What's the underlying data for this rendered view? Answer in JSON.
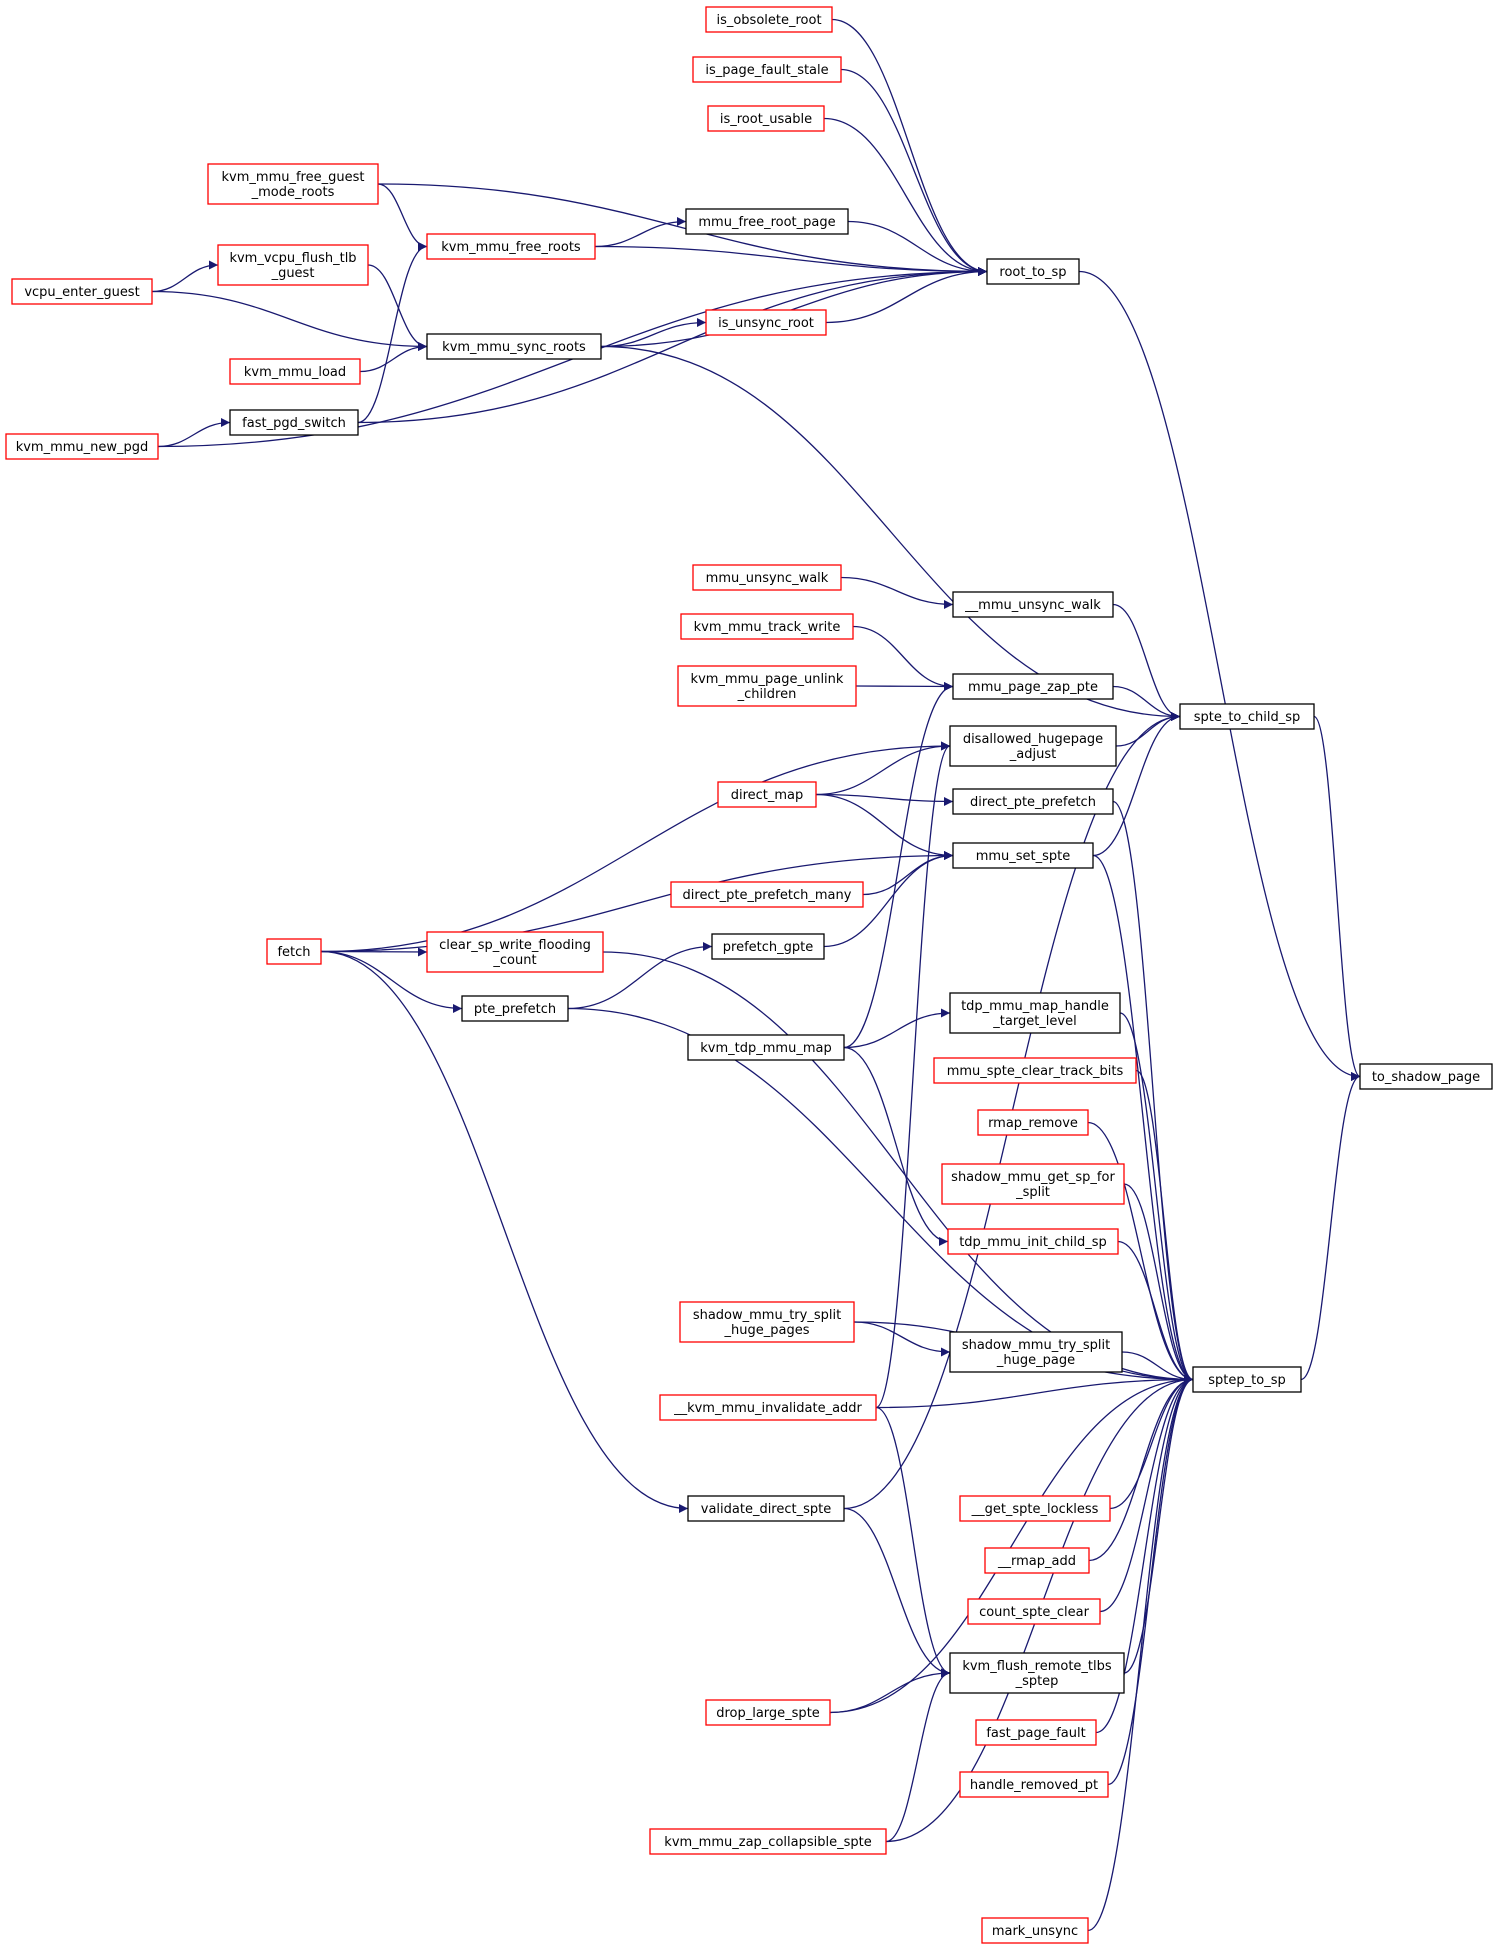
{
  "colors": {
    "edge": "#191970",
    "border_caller_linked": "#ff0000",
    "border_normal": "#000000",
    "highlight_fill": "#bfbfbf",
    "background": "#ffffff"
  },
  "nodes": {
    "is_obsolete_root": {
      "lines": [
        "is_obsolete_root"
      ],
      "style": "red"
    },
    "is_page_fault_stale": {
      "lines": [
        "is_page_fault_stale"
      ],
      "style": "red"
    },
    "is_root_usable": {
      "lines": [
        "is_root_usable"
      ],
      "style": "red"
    },
    "kvm_mmu_free_guest_mode_roots": {
      "lines": [
        "kvm_mmu_free_guest",
        "_mode_roots"
      ],
      "style": "red"
    },
    "mmu_free_root_page": {
      "lines": [
        "mmu_free_root_page"
      ],
      "style": "black"
    },
    "kvm_mmu_free_roots": {
      "lines": [
        "kvm_mmu_free_roots"
      ],
      "style": "red"
    },
    "kvm_vcpu_flush_tlb_guest": {
      "lines": [
        "kvm_vcpu_flush_tlb",
        "_guest"
      ],
      "style": "red"
    },
    "root_to_sp": {
      "lines": [
        "root_to_sp"
      ],
      "style": "black"
    },
    "vcpu_enter_guest": {
      "lines": [
        "vcpu_enter_guest"
      ],
      "style": "red"
    },
    "is_unsync_root": {
      "lines": [
        "is_unsync_root"
      ],
      "style": "red"
    },
    "kvm_mmu_sync_roots": {
      "lines": [
        "kvm_mmu_sync_roots"
      ],
      "style": "black"
    },
    "kvm_mmu_load": {
      "lines": [
        "kvm_mmu_load"
      ],
      "style": "red"
    },
    "fast_pgd_switch": {
      "lines": [
        "fast_pgd_switch"
      ],
      "style": "black"
    },
    "kvm_mmu_new_pgd": {
      "lines": [
        "kvm_mmu_new_pgd"
      ],
      "style": "red"
    },
    "mmu_unsync_walk": {
      "lines": [
        "mmu_unsync_walk"
      ],
      "style": "red"
    },
    "__mmu_unsync_walk": {
      "lines": [
        "__mmu_unsync_walk"
      ],
      "style": "black"
    },
    "kvm_mmu_track_write": {
      "lines": [
        "kvm_mmu_track_write"
      ],
      "style": "red"
    },
    "kvm_mmu_page_unlink_children": {
      "lines": [
        "kvm_mmu_page_unlink",
        "_children"
      ],
      "style": "red"
    },
    "mmu_page_zap_pte": {
      "lines": [
        "mmu_page_zap_pte"
      ],
      "style": "black"
    },
    "spte_to_child_sp": {
      "lines": [
        "spte_to_child_sp"
      ],
      "style": "black"
    },
    "disallowed_hugepage_adjust": {
      "lines": [
        "disallowed_hugepage",
        "_adjust"
      ],
      "style": "black"
    },
    "direct_map": {
      "lines": [
        "direct_map"
      ],
      "style": "red"
    },
    "direct_pte_prefetch": {
      "lines": [
        "direct_pte_prefetch"
      ],
      "style": "black"
    },
    "mmu_set_spte": {
      "lines": [
        "mmu_set_spte"
      ],
      "style": "black"
    },
    "direct_pte_prefetch_many": {
      "lines": [
        "direct_pte_prefetch_many"
      ],
      "style": "red"
    },
    "fetch": {
      "lines": [
        "fetch"
      ],
      "style": "red"
    },
    "clear_sp_write_flooding_count": {
      "lines": [
        "clear_sp_write_flooding",
        "_count"
      ],
      "style": "red"
    },
    "prefetch_gpte": {
      "lines": [
        "prefetch_gpte"
      ],
      "style": "black"
    },
    "pte_prefetch": {
      "lines": [
        "pte_prefetch"
      ],
      "style": "black"
    },
    "tdp_mmu_map_handle_target_level": {
      "lines": [
        "tdp_mmu_map_handle",
        "_target_level"
      ],
      "style": "black"
    },
    "kvm_tdp_mmu_map": {
      "lines": [
        "kvm_tdp_mmu_map"
      ],
      "style": "black"
    },
    "to_shadow_page": {
      "lines": [
        "to_shadow_page"
      ],
      "style": "highlight"
    },
    "mmu_spte_clear_track_bits": {
      "lines": [
        "mmu_spte_clear_track_bits"
      ],
      "style": "red"
    },
    "rmap_remove": {
      "lines": [
        "rmap_remove"
      ],
      "style": "red"
    },
    "shadow_mmu_get_sp_for_split": {
      "lines": [
        "shadow_mmu_get_sp_for",
        "_split"
      ],
      "style": "red"
    },
    "tdp_mmu_init_child_sp": {
      "lines": [
        "tdp_mmu_init_child_sp"
      ],
      "style": "red"
    },
    "shadow_mmu_try_split_huge_pages": {
      "lines": [
        "shadow_mmu_try_split",
        "_huge_pages"
      ],
      "style": "red"
    },
    "shadow_mmu_try_split_huge_page": {
      "lines": [
        "shadow_mmu_try_split",
        "_huge_page"
      ],
      "style": "black"
    },
    "sptep_to_sp": {
      "lines": [
        "sptep_to_sp"
      ],
      "style": "black"
    },
    "__kvm_mmu_invalidate_addr": {
      "lines": [
        "__kvm_mmu_invalidate_addr"
      ],
      "style": "red"
    },
    "validate_direct_spte": {
      "lines": [
        "validate_direct_spte"
      ],
      "style": "black"
    },
    "__get_spte_lockless": {
      "lines": [
        "__get_spte_lockless"
      ],
      "style": "red"
    },
    "__rmap_add": {
      "lines": [
        "__rmap_add"
      ],
      "style": "red"
    },
    "count_spte_clear": {
      "lines": [
        "count_spte_clear"
      ],
      "style": "red"
    },
    "kvm_flush_remote_tlbs_sptep": {
      "lines": [
        "kvm_flush_remote_tlbs",
        "_sptep"
      ],
      "style": "black"
    },
    "drop_large_spte": {
      "lines": [
        "drop_large_spte"
      ],
      "style": "red"
    },
    "fast_page_fault": {
      "lines": [
        "fast_page_fault"
      ],
      "style": "red"
    },
    "handle_removed_pt": {
      "lines": [
        "handle_removed_pt"
      ],
      "style": "red"
    },
    "kvm_mmu_zap_collapsible_spte": {
      "lines": [
        "kvm_mmu_zap_collapsible_spte"
      ],
      "style": "red"
    },
    "mark_unsync": {
      "lines": [
        "mark_unsync"
      ],
      "style": "red"
    }
  },
  "edges": [
    [
      "is_obsolete_root",
      "root_to_sp"
    ],
    [
      "is_page_fault_stale",
      "root_to_sp"
    ],
    [
      "is_root_usable",
      "root_to_sp"
    ],
    [
      "kvm_mmu_free_guest_mode_roots",
      "root_to_sp"
    ],
    [
      "kvm_mmu_free_guest_mode_roots",
      "kvm_mmu_free_roots"
    ],
    [
      "kvm_mmu_free_roots",
      "mmu_free_root_page"
    ],
    [
      "mmu_free_root_page",
      "root_to_sp"
    ],
    [
      "kvm_mmu_free_roots",
      "root_to_sp"
    ],
    [
      "vcpu_enter_guest",
      "kvm_vcpu_flush_tlb_guest"
    ],
    [
      "vcpu_enter_guest",
      "kvm_mmu_sync_roots"
    ],
    [
      "kvm_vcpu_flush_tlb_guest",
      "kvm_mmu_sync_roots"
    ],
    [
      "kvm_mmu_sync_roots",
      "is_unsync_root"
    ],
    [
      "is_unsync_root",
      "root_to_sp"
    ],
    [
      "kvm_mmu_sync_roots",
      "root_to_sp"
    ],
    [
      "kvm_mmu_load",
      "kvm_mmu_sync_roots"
    ],
    [
      "fast_pgd_switch",
      "kvm_mmu_free_roots"
    ],
    [
      "fast_pgd_switch",
      "root_to_sp"
    ],
    [
      "kvm_mmu_new_pgd",
      "fast_pgd_switch"
    ],
    [
      "kvm_mmu_new_pgd",
      "root_to_sp"
    ],
    [
      "kvm_mmu_sync_roots",
      "spte_to_child_sp"
    ],
    [
      "root_to_sp",
      "to_shadow_page"
    ],
    [
      "mmu_unsync_walk",
      "__mmu_unsync_walk"
    ],
    [
      "__mmu_unsync_walk",
      "spte_to_child_sp"
    ],
    [
      "kvm_mmu_track_write",
      "mmu_page_zap_pte"
    ],
    [
      "kvm_mmu_page_unlink_children",
      "mmu_page_zap_pte"
    ],
    [
      "mmu_page_zap_pte",
      "spte_to_child_sp"
    ],
    [
      "disallowed_hugepage_adjust",
      "spte_to_child_sp"
    ],
    [
      "spte_to_child_sp",
      "to_shadow_page"
    ],
    [
      "direct_map",
      "disallowed_hugepage_adjust"
    ],
    [
      "direct_map",
      "direct_pte_prefetch"
    ],
    [
      "direct_map",
      "mmu_set_spte"
    ],
    [
      "fetch",
      "disallowed_hugepage_adjust"
    ],
    [
      "fetch",
      "mmu_set_spte"
    ],
    [
      "fetch",
      "clear_sp_write_flooding_count"
    ],
    [
      "fetch",
      "pte_prefetch"
    ],
    [
      "fetch",
      "validate_direct_spte"
    ],
    [
      "direct_pte_prefetch_many",
      "mmu_set_spte"
    ],
    [
      "prefetch_gpte",
      "mmu_set_spte"
    ],
    [
      "pte_prefetch",
      "prefetch_gpte"
    ],
    [
      "pte_prefetch",
      "sptep_to_sp"
    ],
    [
      "mmu_set_spte",
      "spte_to_child_sp"
    ],
    [
      "mmu_set_spte",
      "sptep_to_sp"
    ],
    [
      "direct_pte_prefetch",
      "sptep_to_sp"
    ],
    [
      "clear_sp_write_flooding_count",
      "sptep_to_sp"
    ],
    [
      "kvm_tdp_mmu_map",
      "tdp_mmu_map_handle_target_level"
    ],
    [
      "kvm_tdp_mmu_map",
      "mmu_page_zap_pte"
    ],
    [
      "kvm_tdp_mmu_map",
      "tdp_mmu_init_child_sp"
    ],
    [
      "tdp_mmu_map_handle_target_level",
      "sptep_to_sp"
    ],
    [
      "mmu_spte_clear_track_bits",
      "sptep_to_sp"
    ],
    [
      "rmap_remove",
      "sptep_to_sp"
    ],
    [
      "shadow_mmu_get_sp_for_split",
      "sptep_to_sp"
    ],
    [
      "tdp_mmu_init_child_sp",
      "sptep_to_sp"
    ],
    [
      "shadow_mmu_try_split_huge_pages",
      "sptep_to_sp"
    ],
    [
      "shadow_mmu_try_split_huge_pages",
      "shadow_mmu_try_split_huge_page"
    ],
    [
      "shadow_mmu_try_split_huge_page",
      "sptep_to_sp"
    ],
    [
      "__kvm_mmu_invalidate_addr",
      "sptep_to_sp"
    ],
    [
      "__kvm_mmu_invalidate_addr",
      "disallowed_hugepage_adjust"
    ],
    [
      "__kvm_mmu_invalidate_addr",
      "kvm_flush_remote_tlbs_sptep"
    ],
    [
      "validate_direct_spte",
      "spte_to_child_sp"
    ],
    [
      "validate_direct_spte",
      "kvm_flush_remote_tlbs_sptep"
    ],
    [
      "sptep_to_sp",
      "to_shadow_page"
    ],
    [
      "__get_spte_lockless",
      "sptep_to_sp"
    ],
    [
      "__rmap_add",
      "sptep_to_sp"
    ],
    [
      "count_spte_clear",
      "sptep_to_sp"
    ],
    [
      "kvm_flush_remote_tlbs_sptep",
      "sptep_to_sp"
    ],
    [
      "drop_large_spte",
      "kvm_flush_remote_tlbs_sptep"
    ],
    [
      "drop_large_spte",
      "sptep_to_sp"
    ],
    [
      "fast_page_fault",
      "sptep_to_sp"
    ],
    [
      "handle_removed_pt",
      "sptep_to_sp"
    ],
    [
      "kvm_mmu_zap_collapsible_spte",
      "kvm_flush_remote_tlbs_sptep"
    ],
    [
      "kvm_mmu_zap_collapsible_spte",
      "sptep_to_sp"
    ],
    [
      "mark_unsync",
      "sptep_to_sp"
    ]
  ]
}
